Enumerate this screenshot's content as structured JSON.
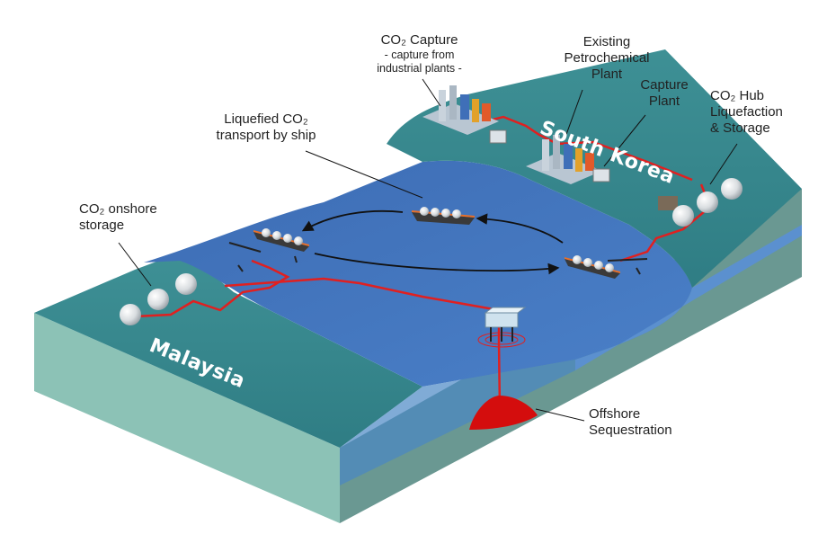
{
  "colors": {
    "land_top": "#3a8a8f",
    "land_front": "#8fc3b8",
    "land_side": "#6b9a93",
    "sea": "#3f6fb8",
    "pipeline": "#e02020",
    "reservoir": "#d40d0d"
  },
  "countries": {
    "south_korea": "South Korea",
    "malaysia": "Malaysia"
  },
  "labels": {
    "co2_capture_title": "CO₂ Capture",
    "co2_capture_sub_1": "- capture from",
    "co2_capture_sub_2": "industrial plants -",
    "petrochem_1": "Existing",
    "petrochem_2": "Petrochemical",
    "petrochem_3": "Plant",
    "capture_plant_1": "Capture",
    "capture_plant_2": "Plant",
    "hub_1": "CO₂ Hub",
    "hub_2": "Liquefaction",
    "hub_3": "& Storage",
    "ship_1": "Liquefied CO₂",
    "ship_2": "transport by ship",
    "onshore_1": "CO₂ onshore",
    "onshore_2": "storage",
    "offshore_1": "Offshore",
    "offshore_2": "Sequestration"
  },
  "icons": [
    "industrial-plant-icon",
    "storage-sphere-icon",
    "lng-ship-icon",
    "offshore-platform-icon",
    "reservoir-icon"
  ]
}
